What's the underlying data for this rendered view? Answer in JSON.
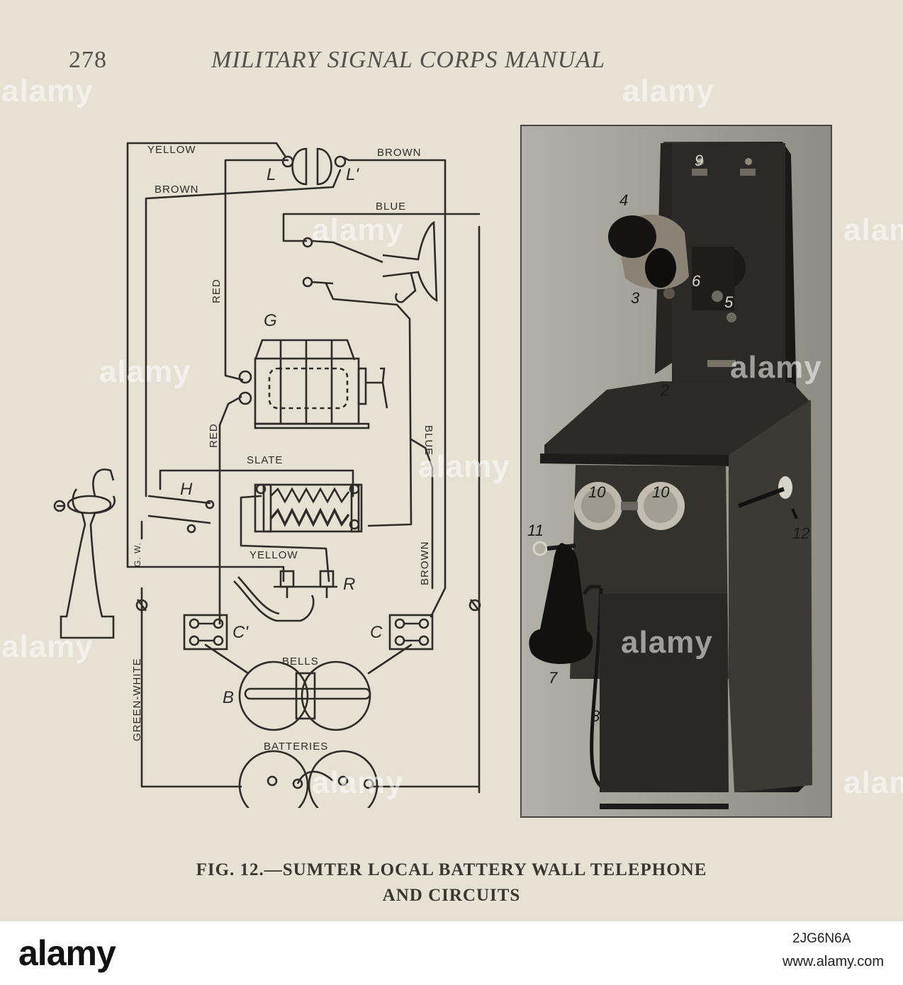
{
  "header": {
    "page_number": "278",
    "running_head": "MILITARY SIGNAL CORPS MANUAL"
  },
  "diagram": {
    "wire_labels": {
      "yellow_top": "YELLOW",
      "brown_top": "BROWN",
      "brown_left": "BROWN",
      "blue_top": "BLUE",
      "red_upper": "RED",
      "red_lower": "RED",
      "blue_right": "BLUE",
      "slate": "SLATE",
      "yellow_lower": "YELLOW",
      "brown_right": "BROWN",
      "gw": "G. W.",
      "green_white": "GREEN-WHITE"
    },
    "component_letters": {
      "L": "L",
      "L_prime": "L'",
      "G": "G",
      "H": "H",
      "R": "R",
      "C_prime": "C'",
      "C": "C",
      "B": "B"
    },
    "component_labels": {
      "bells": "BELLS",
      "batteries": "BATTERIES"
    }
  },
  "photo": {
    "callouts": [
      "2",
      "3",
      "4",
      "5",
      "6",
      "7",
      "8",
      "9",
      "10",
      "10",
      "11",
      "12"
    ]
  },
  "caption": {
    "line1": "FIG. 12.—SUMTER LOCAL BATTERY WALL TELEPHONE",
    "line2": "AND CIRCUITS"
  },
  "watermark": {
    "text": "alamy"
  },
  "footer": {
    "logo": "alamy",
    "image_id": "2JG6N6A",
    "url": "www.alamy.com"
  }
}
